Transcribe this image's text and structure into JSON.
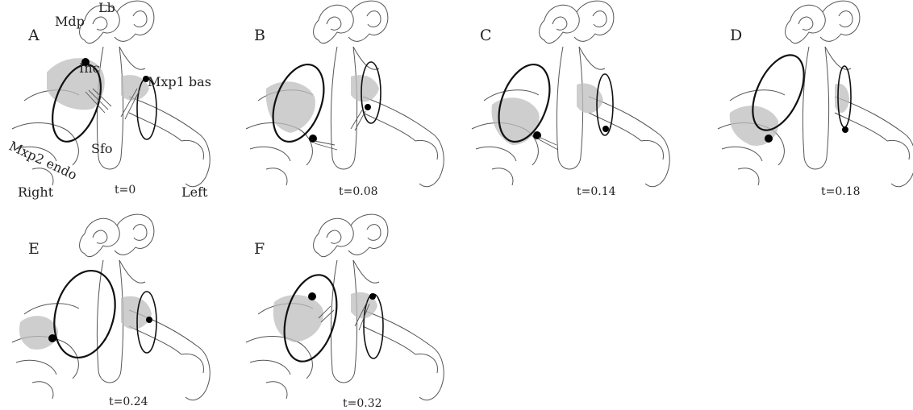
{
  "figure": {
    "annotations": {
      "mdp": "Mdp",
      "lb": "Lb",
      "inc": "Inc",
      "mxp1_bas": "Mxp1 bas",
      "sfo": "Sfo",
      "mxp2_endo": "Mxp2 endo",
      "right": "Right",
      "left": "Left"
    },
    "panels": [
      {
        "letter": "A",
        "time": "t=0"
      },
      {
        "letter": "B",
        "time": "t=0.08"
      },
      {
        "letter": "C",
        "time": "t=0.14"
      },
      {
        "letter": "D",
        "time": "t=0.18"
      },
      {
        "letter": "E",
        "time": "t=0.24"
      },
      {
        "letter": "F",
        "time": "t=0.32"
      }
    ]
  }
}
